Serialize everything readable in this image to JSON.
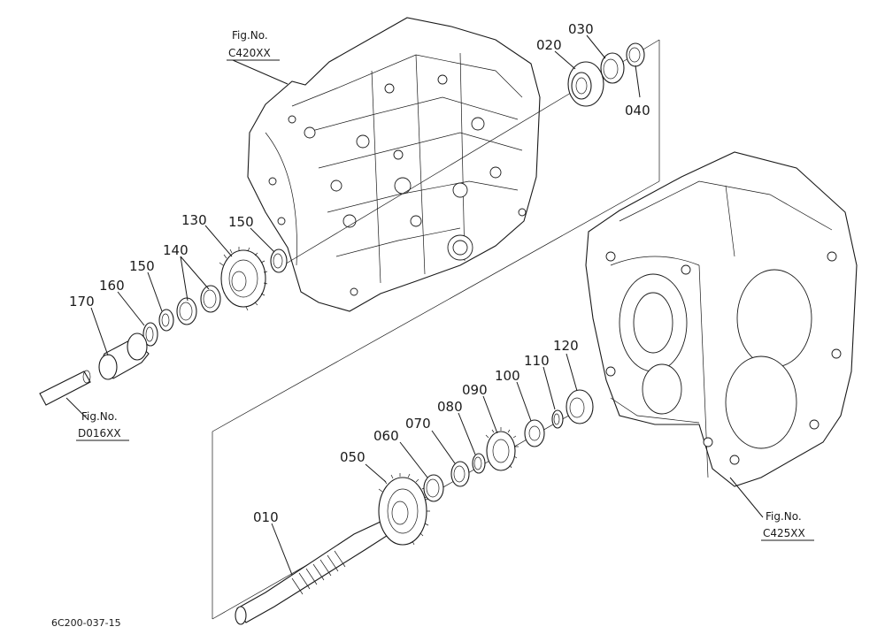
{
  "figure_refs": {
    "top": {
      "label": "Fig.No.",
      "code": "C420XX"
    },
    "left": {
      "label": "Fig.No.",
      "code": "D016XX"
    },
    "right": {
      "label": "Fig.No.",
      "code": "C425XX"
    }
  },
  "part_labels": {
    "p010": "010",
    "p020": "020",
    "p030": "030",
    "p040": "040",
    "p050": "050",
    "p060": "060",
    "p070": "070",
    "p080": "080",
    "p090": "090",
    "p100": "100",
    "p110": "110",
    "p120": "120",
    "p130": "130",
    "p140": "140",
    "p150a": "150",
    "p150b": "150",
    "p160": "160",
    "p170": "170"
  },
  "drawing_code": "6C200-037-15"
}
